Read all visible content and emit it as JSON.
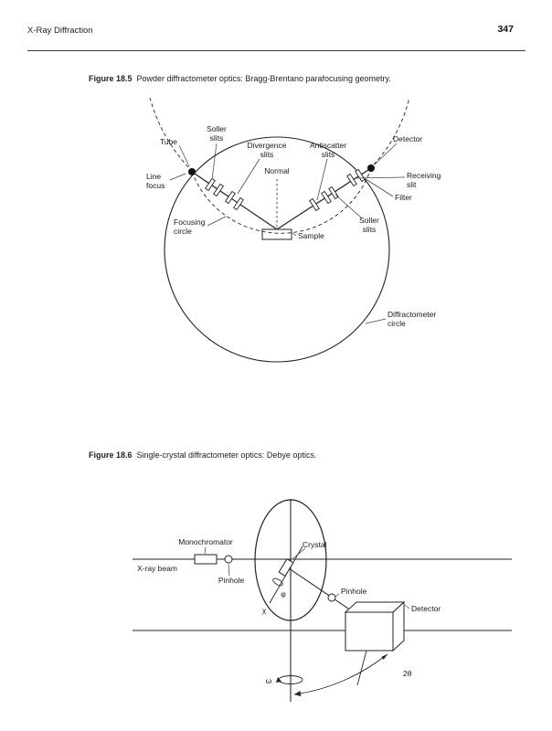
{
  "header": {
    "running_title": "X-Ray Diffraction",
    "page_number": "347"
  },
  "figure1": {
    "caption_label": "Figure 18.5",
    "caption_text": "Powder diffractometer optics: Bragg-Brentano parafocusing geometry.",
    "labels": {
      "tube": "Tube",
      "soller_left": [
        "Soller",
        "slits"
      ],
      "divergence": [
        "Divergence",
        "slits"
      ],
      "normal": "Normal",
      "antiscatter": [
        "Antiscatter",
        "slits"
      ],
      "detector": "Detector",
      "line_focus": [
        "Line",
        "focus"
      ],
      "receiving": [
        "Receiving",
        "slit"
      ],
      "filter": "Filter",
      "focusing_circle": [
        "Focusing",
        "circle"
      ],
      "soller_right": [
        "Soller",
        "slits"
      ],
      "sample": "Sample",
      "diffractometer_circle": [
        "Diffractometer",
        "circle"
      ]
    }
  },
  "figure2": {
    "caption_label": "Figure 18.6",
    "caption_text": "Single-crystal diffractometer optics: Debye optics.",
    "labels": {
      "monochromator": "Monochromator",
      "xray_beam": "X-ray beam",
      "pinhole_incident": "Pinhole",
      "crystal": "Crystal",
      "pinhole_diffracted": "Pinhole",
      "detector": "Detector",
      "chi": "χ",
      "phi": "φ",
      "omega": "ω",
      "two_theta": "2θ"
    }
  }
}
